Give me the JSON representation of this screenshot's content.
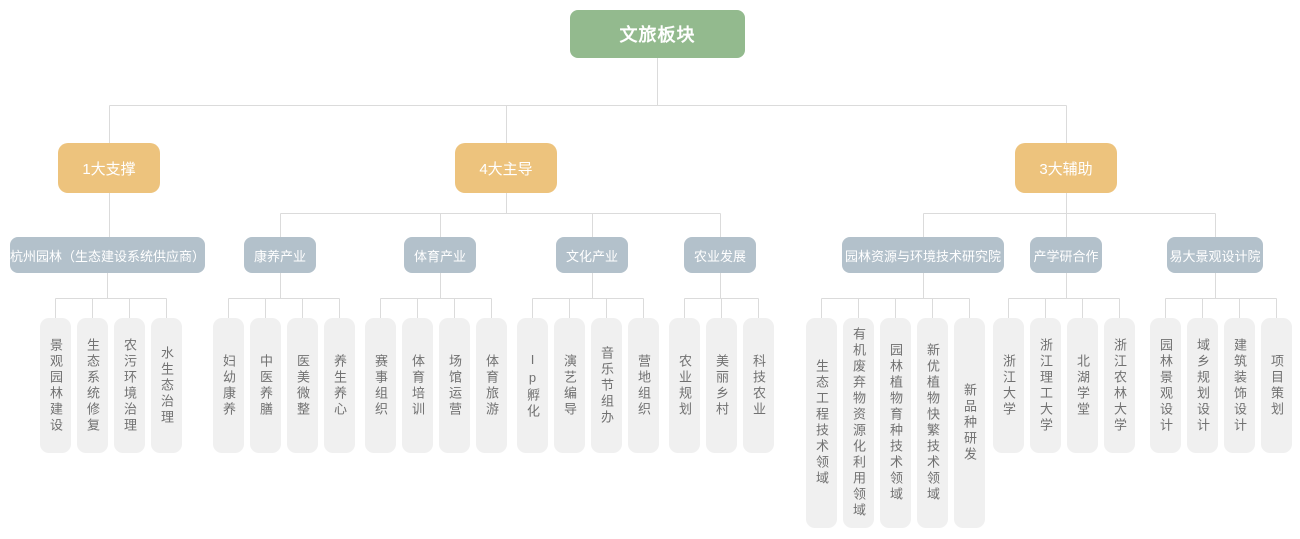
{
  "title": "文旅板块",
  "colors": {
    "root_green": "#93ba8e",
    "branch_orange": "#edc37d",
    "group_bluegray": "#b3c1cb",
    "leaf_gray": "#f0f0f0",
    "leaf_text": "#717171",
    "connector_line": "#dbdbdb",
    "node_text": "#ffffff"
  },
  "root": {
    "label": "文旅板块"
  },
  "branches": [
    {
      "label": "1大支撑",
      "children": [
        {
          "label": "杭州园林（生态建设系统供应商）",
          "children": [
            "景观园林建设",
            "生态系统修复",
            "农污环境治理",
            "水生态治理"
          ]
        }
      ]
    },
    {
      "label": "4大主导",
      "children": [
        {
          "label": "康养产业",
          "children": [
            "妇幼康养",
            "中医养膳",
            "医美微整",
            "养生养心"
          ]
        },
        {
          "label": "体育产业",
          "children": [
            "赛事组织",
            "体育培训",
            "场馆运营",
            "体育旅游"
          ]
        },
        {
          "label": "文化产业",
          "children": [
            "Ip孵化",
            "演艺编导",
            "音乐节组办",
            "营地组织"
          ]
        },
        {
          "label": "农业发展",
          "children": [
            "农业规划",
            "美丽乡村",
            "科技农业"
          ]
        }
      ]
    },
    {
      "label": "3大辅助",
      "children": [
        {
          "label": "园林资源与环境技术研究院",
          "children": [
            "生态工程技术领域",
            "有机废弃物资源化利用领域",
            "园林植物育种技术领域",
            "新优植物快繁技术领域",
            "新品种研发"
          ]
        },
        {
          "label": "产学研合作",
          "children": [
            "浙江大学",
            "浙江理工大学",
            "北湖学堂",
            "浙江农林大学"
          ]
        },
        {
          "label": "易大景观设计院",
          "children": [
            "园林景观设计",
            "域乡规划设计",
            "建筑装饰设计",
            "项目策划"
          ]
        }
      ]
    }
  ]
}
